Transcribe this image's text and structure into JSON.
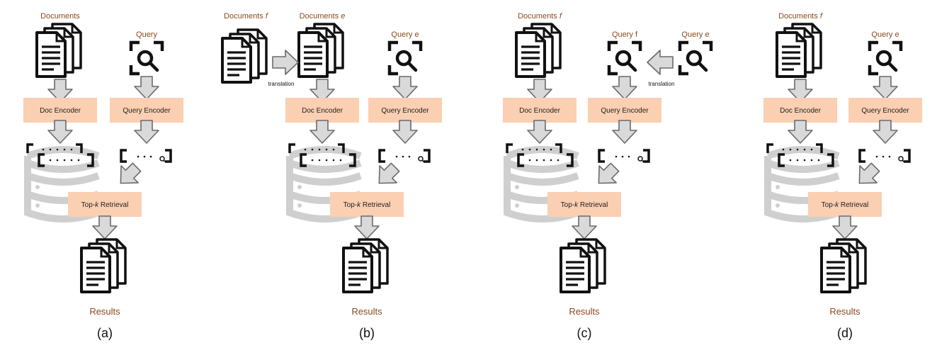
{
  "colors": {
    "label": "#8a4a1c",
    "box_fill": "#fbcfb1",
    "arrow_fill": "#d9d9d9",
    "arrow_stroke": "#6a6a6a",
    "database": "#cfcfcf",
    "icon": "#111111"
  },
  "panels": [
    {
      "id": "a",
      "caption": "(a)",
      "doc_label": "Documents",
      "doc_label_italic": "",
      "query_label": "Query",
      "query_label_suffix": "",
      "extra_doc_label": "",
      "extra_doc_label_italic": "",
      "extra_query_label": "",
      "extra_query_label_suffix": "",
      "translation_label": "",
      "doc_encoder": "Doc Encoder",
      "query_encoder": "Query Encoder",
      "retrieval_prefix": "Top-",
      "retrieval_k": "k",
      "retrieval_suffix": " Retrieval",
      "results": "Results"
    },
    {
      "id": "b",
      "caption": "(b)",
      "doc_label": "Documents ",
      "doc_label_italic": "e",
      "query_label": "Query",
      "query_label_suffix": " e",
      "extra_doc_label": "Documents ",
      "extra_doc_label_italic": "f",
      "extra_query_label": "",
      "extra_query_label_suffix": "",
      "translation_label": "translation",
      "doc_encoder": "Doc Encoder",
      "query_encoder": "Query Encoder",
      "retrieval_prefix": "Top-",
      "retrieval_k": "k",
      "retrieval_suffix": " Retrieval",
      "results": "Results"
    },
    {
      "id": "c",
      "caption": "(c)",
      "doc_label": "Documents ",
      "doc_label_italic": "f",
      "query_label": "Query",
      "query_label_suffix": " f",
      "extra_doc_label": "",
      "extra_doc_label_italic": "",
      "extra_query_label": "Query",
      "extra_query_label_suffix": " e",
      "translation_label": "translation",
      "doc_encoder": "Doc Encoder",
      "query_encoder": "Query Encoder",
      "retrieval_prefix": "Top-",
      "retrieval_k": "k",
      "retrieval_suffix": " Retrieval",
      "results": "Results"
    },
    {
      "id": "d",
      "caption": "(d)",
      "doc_label": "Documents ",
      "doc_label_italic": "f",
      "query_label": "Query",
      "query_label_suffix": " e",
      "extra_doc_label": "",
      "extra_doc_label_italic": "",
      "extra_query_label": "",
      "extra_query_label_suffix": "",
      "translation_label": "",
      "doc_encoder": "Doc Encoder",
      "query_encoder": "Query Encoder",
      "retrieval_prefix": "Top-",
      "retrieval_k": "k",
      "retrieval_suffix": " Retrieval",
      "results": "Results"
    }
  ]
}
